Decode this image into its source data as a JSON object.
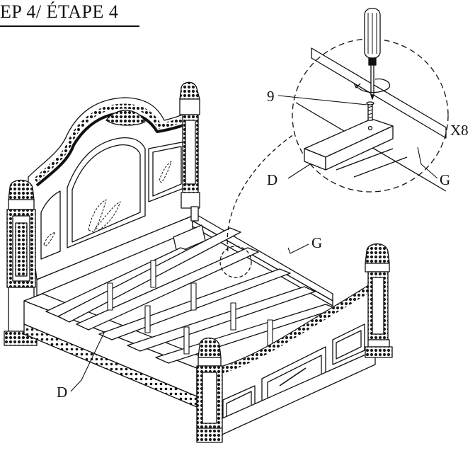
{
  "title": "EP 4/ ÉTAPE 4",
  "callouts": {
    "screw": "9",
    "quantity": "X8",
    "slat_detail": "D",
    "rail_detail": "G",
    "rail_main": "G",
    "slat_main": "D"
  },
  "colors": {
    "ink": "#111111",
    "ornament": "#1a1a1a",
    "paper": "#ffffff",
    "panel_shade": "#f2f2f2"
  },
  "icons": [
    "screwdriver-icon",
    "screw-icon",
    "rotation-arrow-icon"
  ]
}
